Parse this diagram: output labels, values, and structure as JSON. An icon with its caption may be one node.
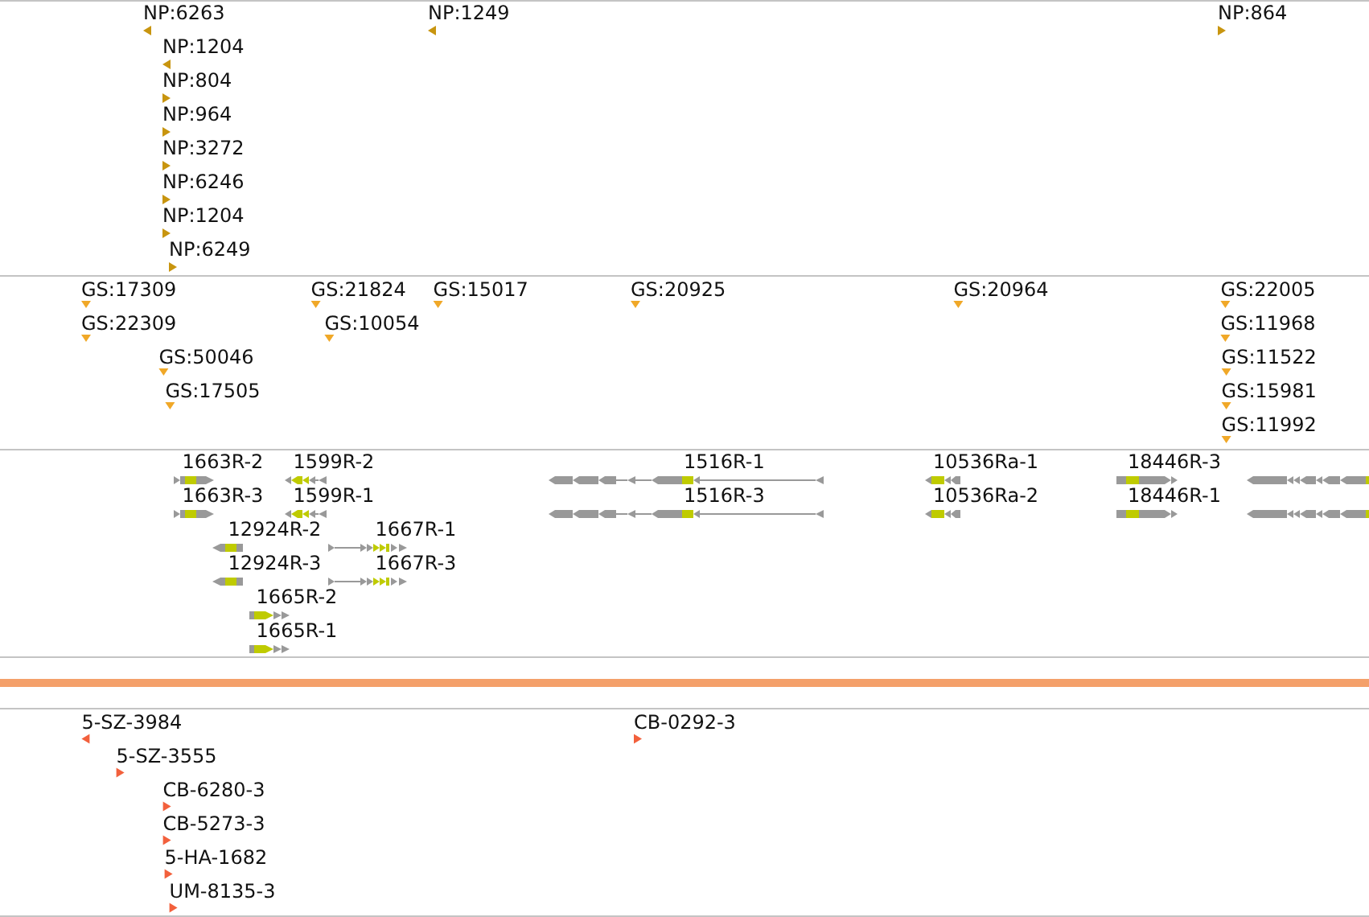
{
  "diagram": {
    "labels": [
      "NP:6263",
      "NP:1249",
      "NP:864",
      "NP:1204",
      "NP:804",
      "NP:964",
      "NP:3272",
      "NP:6246",
      "NP:1204",
      "NP:6249",
      "GS:17309",
      "GS:21824",
      "GS:15017",
      "GS:20925",
      "GS:20964",
      "GS:22005",
      "GS:22309",
      "GS:10054",
      "GS:11968",
      "GS:50046",
      "GS:11522",
      "GS:17505",
      "GS:15981",
      "GS:11992",
      "1663R-2",
      "1599R-2",
      "1516R-1",
      "10536Ra-1",
      "18446R-3",
      "1663R-3",
      "1599R-1",
      "1516R-3",
      "10536Ra-2",
      "18446R-1",
      "12924R-2",
      "1667R-1",
      "12924R-3",
      "1667R-3",
      "1665R-2",
      "1665R-1",
      "5-SZ-3984",
      "CB-0292-3",
      "5-SZ-3555",
      "CB-6280-3",
      "CB-5273-3",
      "5-HA-1682",
      "UM-8135-3"
    ]
  }
}
